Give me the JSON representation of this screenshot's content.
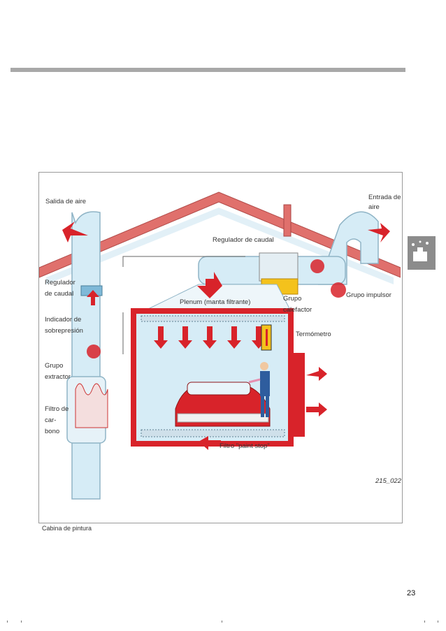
{
  "caption": "Cabina de pintura",
  "page_number": "23",
  "figure_id": "215_022",
  "labels": {
    "salida_aire": "Salida de aire",
    "entrada_aire": "Entrada de\naire",
    "regulador_caudal_top": "Regulador de caudal",
    "regulador_caudal_left": "Regulador\nde caudal",
    "indicador": "Indicador de\nsobrepresión",
    "grupo_extractor": "Grupo\nextractor",
    "filtro_carbono": "Filtro de\ncar-\nbono",
    "plenum": "Plenum (manta filtrante)",
    "grupo_calefactor": "Grupo\ncalefactor",
    "grupo_impulsor": "Grupo impulsor",
    "termometro": "Termómetro",
    "filtro_paint_stop": "Filtro \"paint stop\""
  },
  "colors": {
    "roof": "#e0706c",
    "duct": "#d6ecf6",
    "duct_outline": "#8fb4c6",
    "airflow_arrow": "#d8232a",
    "heater": "#f4c21c",
    "car": "#d8232a"
  }
}
